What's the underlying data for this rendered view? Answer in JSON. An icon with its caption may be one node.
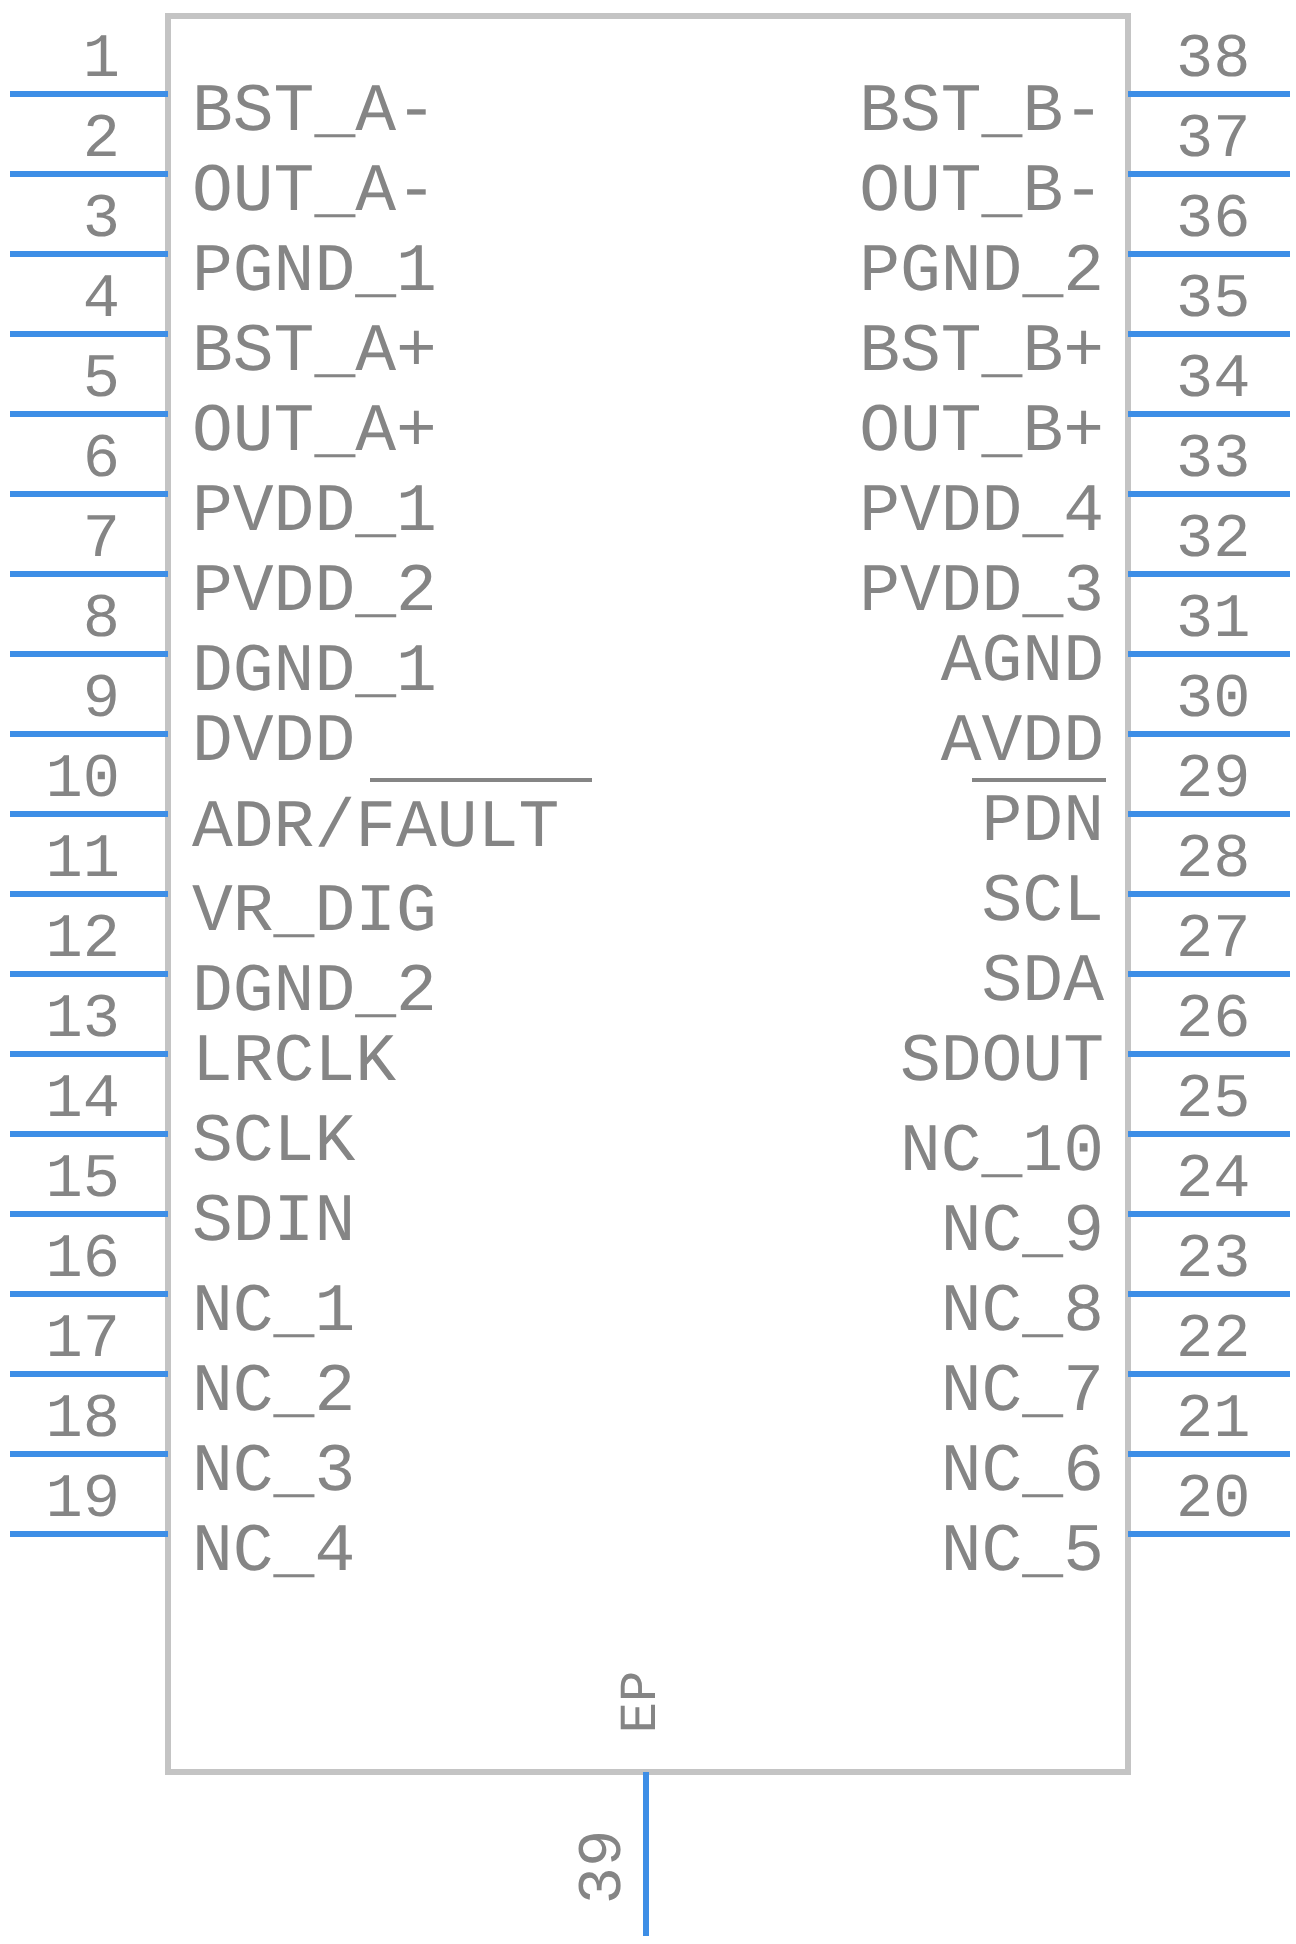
{
  "diagram": {
    "labels": [
      "1",
      "38",
      "BST_A-",
      "BST_B-",
      "2",
      "37",
      "OUT_A-",
      "OUT_B-",
      "3",
      "36",
      "PGND_1",
      "PGND_2",
      "4",
      "35",
      "BST_A+",
      "BST_B+",
      "5",
      "34",
      "OUT_A+",
      "OUT_B+",
      "6",
      "33",
      "PVDD_1",
      "PVDD_4",
      "7",
      "32",
      "PVDD_2",
      "PVDD_3",
      "8",
      "31",
      "DGND_1",
      "AGND",
      "9",
      "30",
      "DVDD",
      "AVDD",
      "10",
      "29",
      "ADR/FAULT",
      "PDN",
      "11",
      "28",
      "VR_DIG",
      "SCL",
      "12",
      "27",
      "DGND_2",
      "SDA",
      "13",
      "26",
      "LRCLK",
      "SDOUT",
      "14",
      "25",
      "SCLK",
      "NC_10",
      "15",
      "24",
      "SDIN",
      "NC_9",
      "16",
      "23",
      "NC_1",
      "NC_8",
      "17",
      "22",
      "NC_2",
      "NC_7",
      "18",
      "21",
      "NC_3",
      "NC_6",
      "19",
      "20",
      "NC_4",
      "NC_5",
      "EP",
      "39"
    ]
  }
}
